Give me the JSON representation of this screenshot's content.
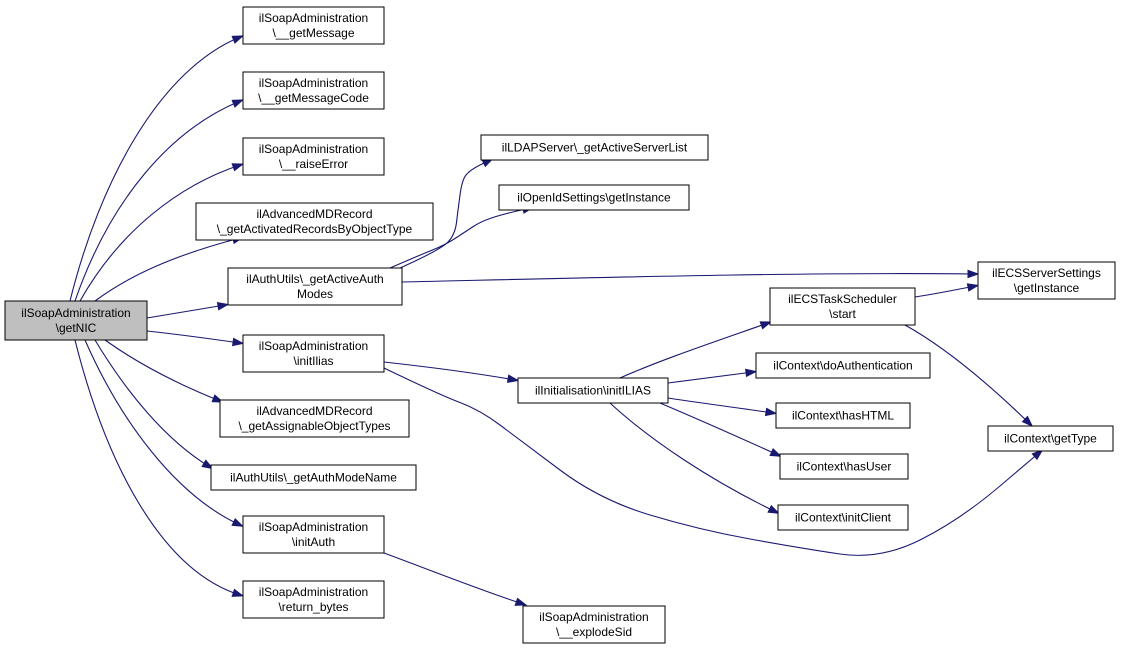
{
  "nodes": [
    {
      "id": "root",
      "lines": [
        "ilSoapAdministration",
        "\\getNIC"
      ],
      "root": true
    },
    {
      "id": "getMessage",
      "lines": [
        "ilSoapAdministration",
        "\\__getMessage"
      ]
    },
    {
      "id": "getMessageCode",
      "lines": [
        "ilSoapAdministration",
        "\\__getMessageCode"
      ]
    },
    {
      "id": "raiseError",
      "lines": [
        "ilSoapAdministration",
        "\\__raiseError"
      ]
    },
    {
      "id": "getActivatedRecords",
      "lines": [
        "ilAdvancedMDRecord",
        "\\_getActivatedRecordsByObjectType"
      ]
    },
    {
      "id": "getActiveAuthModes",
      "lines": [
        "ilAuthUtils\\_getActiveAuth",
        "Modes"
      ]
    },
    {
      "id": "initIlias",
      "lines": [
        "ilSoapAdministration",
        "\\initIlias"
      ]
    },
    {
      "id": "getAssignable",
      "lines": [
        "ilAdvancedMDRecord",
        "\\_getAssignableObjectTypes"
      ]
    },
    {
      "id": "getAuthModeName",
      "lines": [
        "ilAuthUtils\\_getAuthModeName"
      ]
    },
    {
      "id": "initAuth",
      "lines": [
        "ilSoapAdministration",
        "\\initAuth"
      ]
    },
    {
      "id": "returnBytes",
      "lines": [
        "ilSoapAdministration",
        "\\return_bytes"
      ]
    },
    {
      "id": "ldap",
      "lines": [
        "ilLDAPServer\\_getActiveServerList"
      ]
    },
    {
      "id": "openid",
      "lines": [
        "ilOpenIdSettings\\getInstance"
      ]
    },
    {
      "id": "initILIAS2",
      "lines": [
        "ilInitialisation\\initILIAS"
      ]
    },
    {
      "id": "explodeSid",
      "lines": [
        "ilSoapAdministration",
        "\\__explodeSid"
      ]
    },
    {
      "id": "ecsTask",
      "lines": [
        "ilECSTaskScheduler",
        "\\start"
      ]
    },
    {
      "id": "doAuth",
      "lines": [
        "ilContext\\doAuthentication"
      ]
    },
    {
      "id": "hasHTML",
      "lines": [
        "ilContext\\hasHTML"
      ]
    },
    {
      "id": "hasUser",
      "lines": [
        "ilContext\\hasUser"
      ]
    },
    {
      "id": "initClient",
      "lines": [
        "ilContext\\initClient"
      ]
    },
    {
      "id": "ecsServer",
      "lines": [
        "ilECSServerSettings",
        "\\getInstance"
      ]
    },
    {
      "id": "getType",
      "lines": [
        "ilContext\\getType"
      ]
    }
  ],
  "edges": [
    {
      "from": "root",
      "to": "getMessage"
    },
    {
      "from": "root",
      "to": "getMessageCode"
    },
    {
      "from": "root",
      "to": "raiseError"
    },
    {
      "from": "root",
      "to": "getActivatedRecords"
    },
    {
      "from": "root",
      "to": "getActiveAuthModes"
    },
    {
      "from": "root",
      "to": "initIlias"
    },
    {
      "from": "root",
      "to": "getAssignable"
    },
    {
      "from": "root",
      "to": "getAuthModeName"
    },
    {
      "from": "root",
      "to": "initAuth"
    },
    {
      "from": "root",
      "to": "returnBytes"
    },
    {
      "from": "getActiveAuthModes",
      "to": "ldap"
    },
    {
      "from": "getActiveAuthModes",
      "to": "openid"
    },
    {
      "from": "getActiveAuthModes",
      "to": "ecsServer"
    },
    {
      "from": "initIlias",
      "to": "initILIAS2"
    },
    {
      "from": "initIlias",
      "to": "getType"
    },
    {
      "from": "initAuth",
      "to": "explodeSid"
    },
    {
      "from": "initILIAS2",
      "to": "ecsTask"
    },
    {
      "from": "initILIAS2",
      "to": "doAuth"
    },
    {
      "from": "initILIAS2",
      "to": "hasHTML"
    },
    {
      "from": "initILIAS2",
      "to": "hasUser"
    },
    {
      "from": "initILIAS2",
      "to": "initClient"
    },
    {
      "from": "ecsTask",
      "to": "ecsServer"
    },
    {
      "from": "ecsTask",
      "to": "getType"
    }
  ],
  "colors": {
    "edge": "#191970",
    "root_fill": "#bfbfbf",
    "node_fill": "#ffffff",
    "node_stroke": "#000000"
  }
}
